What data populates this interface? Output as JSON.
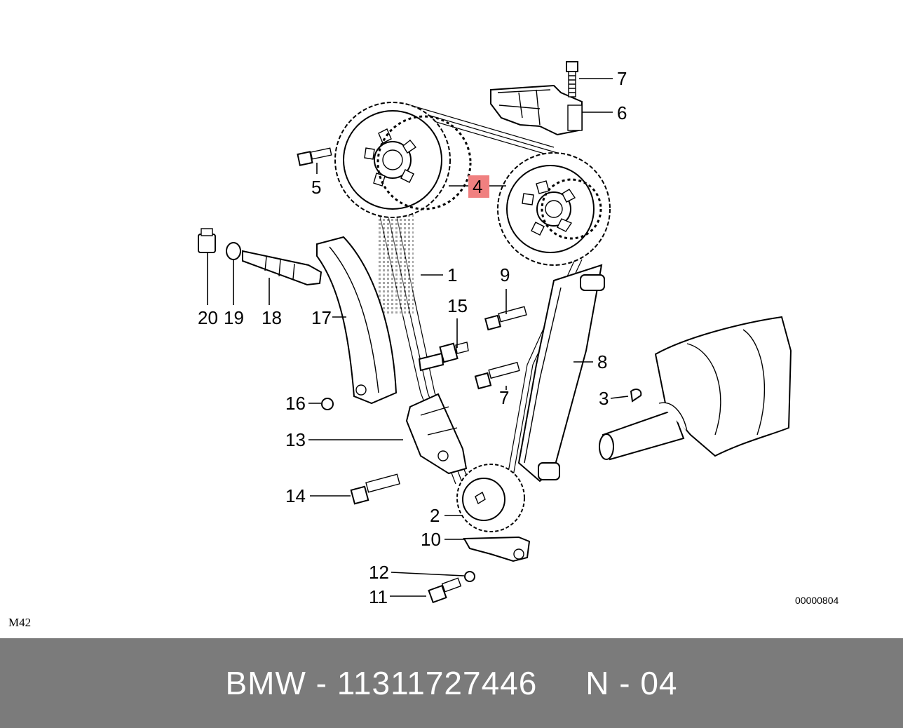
{
  "diagram": {
    "callouts": {
      "c1": "1",
      "c2": "2",
      "c3": "3",
      "c4": "4",
      "c5": "5",
      "c6": "6",
      "c7a": "7",
      "c7b": "7",
      "c8": "8",
      "c9": "9",
      "c10": "10",
      "c11": "11",
      "c12": "12",
      "c13": "13",
      "c14": "14",
      "c15": "15",
      "c16": "16",
      "c17": "17",
      "c18": "18",
      "c19": "19",
      "c20": "20"
    },
    "highlight_color": "#f08080",
    "code": "00000804",
    "engine": "M42"
  },
  "footer": {
    "text": "BMW - 11311727446     N - 04",
    "background": "#7b7b7b",
    "text_color": "#ffffff"
  }
}
